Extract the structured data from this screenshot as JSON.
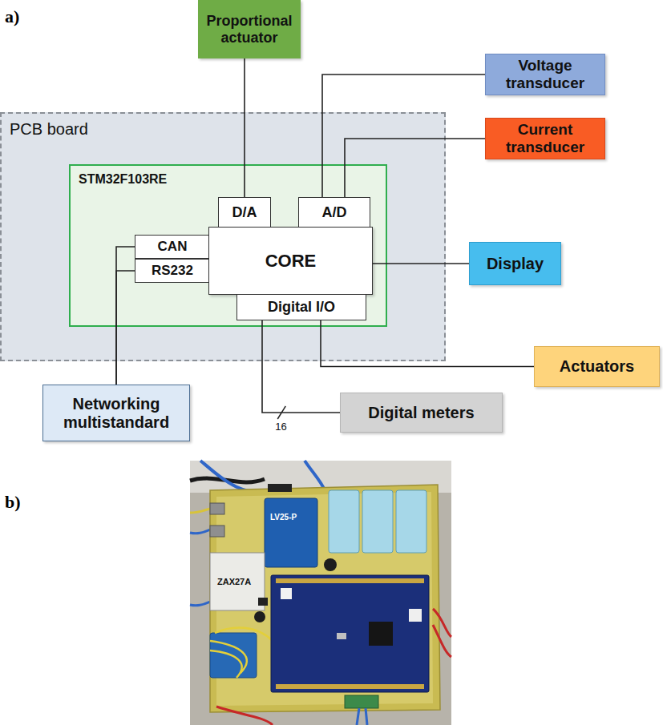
{
  "diagram": {
    "nodes": [
      {
        "text": [
          "Proportional actuator"
        ]
      },
      {
        "text": [
          "Voltage transducer"
        ]
      },
      {
        "text": [
          "Current transducer"
        ]
      },
      {
        "text": [
          "PCB board"
        ]
      },
      {
        "text": [
          "STM32F103RE"
        ],
        "in": 3
      },
      {
        "text": [
          "D/A"
        ],
        "in": 4
      },
      {
        "text": [
          "A/D"
        ],
        "in": 4
      },
      {
        "text": [
          "CAN"
        ],
        "in": 4
      },
      {
        "text": [
          "RS232"
        ],
        "in": 4
      },
      {
        "text": [
          "CORE"
        ],
        "in": 4
      },
      {
        "text": [
          "Digital I/O"
        ],
        "in": 4
      },
      {
        "text": [
          "Display"
        ]
      },
      {
        "text": [
          "Actuators"
        ]
      },
      {
        "text": [
          "Networking multistandard"
        ]
      },
      {
        "text": [
          "Digital meters"
        ]
      }
    ],
    "edges": [
      {
        "from": 0,
        "to": 5,
        "arrow": "none"
      },
      {
        "from": 1,
        "to": 6,
        "arrow": "none"
      },
      {
        "from": 2,
        "to": 6,
        "arrow": "none"
      },
      {
        "from": 9,
        "to": 11,
        "arrow": "none"
      },
      {
        "from": 10,
        "to": 12,
        "arrow": "none"
      },
      {
        "from": 10,
        "to": 14,
        "label": "16",
        "arrow": "none"
      },
      {
        "from": 7,
        "to": 13,
        "arrow": "none"
      },
      {
        "from": 8,
        "to": 13,
        "arrow": "none"
      }
    ],
    "labels": [
      "a)",
      "b)",
      "LV25-P",
      "ZAX27A"
    ]
  }
}
